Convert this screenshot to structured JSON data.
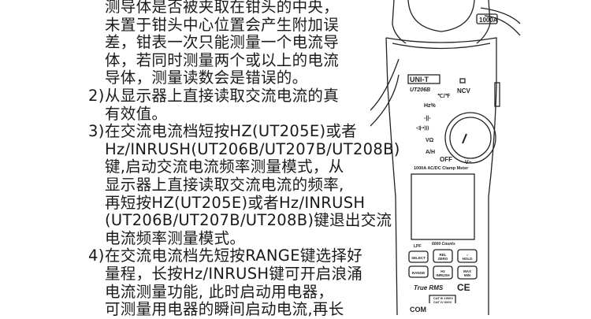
{
  "manual": {
    "lines": [
      {
        "num": "",
        "text": "测导体是否被夹取在钳头的中央，"
      },
      {
        "num": "",
        "text": "未置于钳头中心位置会产生附加误"
      },
      {
        "num": "",
        "text": "差，钳表一次只能测量一个电流导"
      },
      {
        "num": "",
        "text": "体，若同时测量两个或以上的电流"
      },
      {
        "num": "",
        "text": "导体，测量读数会是错误的。"
      },
      {
        "num": "2)",
        "text": "从显示器上直接读取交流电流的真"
      },
      {
        "num": "",
        "text": "有效值。"
      },
      {
        "num": "3)",
        "text": "在交流电流档短按HZ(UT205E)或者"
      },
      {
        "num": "",
        "text": "Hz/INRUSH(UT206B/UT207B/UT208B)"
      },
      {
        "num": "",
        "text": "键,启动交流电流频率测量模式，从"
      },
      {
        "num": "",
        "text": "显示器上直接读取交流电流的频率,"
      },
      {
        "num": "",
        "text": "再短按HZ(UT205E)或者Hz/INRUSH"
      },
      {
        "num": "",
        "text": "(UT206B/UT207B/UT208B)键退出交流"
      },
      {
        "num": "",
        "text": "电流频率测量模式。"
      },
      {
        "num": "4)",
        "text": "在交流电流档先短按RANGE键选择好"
      },
      {
        "num": "",
        "text": "量程，长按Hz/INRUSH键可开启浪涌"
      },
      {
        "num": "",
        "text": "电流测量功能, 此时启动用电器，"
      },
      {
        "num": "",
        "text": "可测量用电器的瞬间启动电流,再长"
      }
    ]
  },
  "meter": {
    "jaw_label": "1000A",
    "brand": "UNI-T",
    "model": "UT206B",
    "dial": {
      "ncv": "NCV",
      "temp": "℃/℉",
      "hz": "Hz%",
      "cap": "-||-",
      "diode": "◁|-•)))",
      "ohm": "VΩ",
      "amp": "A/H",
      "off": "OFF",
      "acv": "V~"
    },
    "subtitle": "1000A AC/DC Clamp Meter",
    "counts": "6000 Counts",
    "lpf": "LPF",
    "buttons": [
      [
        "SELECT"
      ],
      [
        "REL",
        "ZERO"
      ],
      [
        "☼",
        "HOLD"
      ],
      [
        "RANGE"
      ],
      [
        "Hz",
        "INRUSH"
      ],
      [
        "MAX",
        "MIN"
      ]
    ],
    "true_rms": "True RMS",
    "ce": "CE",
    "cat": [
      "CAT III 1000V",
      "CAT IV 600V"
    ],
    "com": "COM"
  }
}
